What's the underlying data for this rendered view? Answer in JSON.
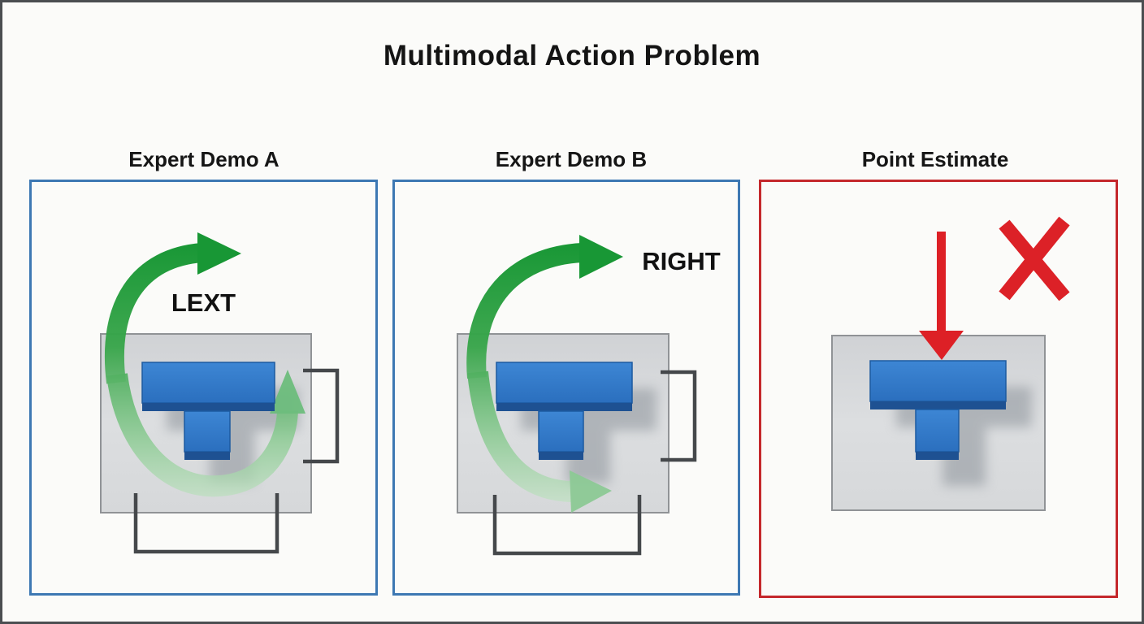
{
  "title": "Multimodal Action Problem",
  "panels": [
    {
      "id": "expert-demo-a",
      "header": "Expert Demo A",
      "border_color": "#3d78b3",
      "action_label": "LEXT",
      "icons": [
        "curved-green-arrow-up-right-icon",
        "green-rotation-sweep-arrow-up-icon",
        "right-pose-bracket",
        "bottom-pose-bracket",
        "blue-t-block",
        "grey-plate"
      ]
    },
    {
      "id": "expert-demo-b",
      "header": "Expert Demo B",
      "border_color": "#3d78b3",
      "action_label": "RIGHT",
      "icons": [
        "curved-green-arrow-up-right-icon",
        "green-rotation-sweep-arrow-down-icon",
        "right-pose-bracket",
        "bottom-pose-bracket",
        "blue-t-block",
        "grey-plate"
      ]
    },
    {
      "id": "point-estimate",
      "header": "Point Estimate",
      "border_color": "#c4282c",
      "action_label": "",
      "icons": [
        "straight-red-arrow-down-icon",
        "red-x-mark-icon",
        "blue-t-block",
        "grey-plate"
      ]
    }
  ],
  "colors": {
    "panel_blue_border": "#3d78b3",
    "panel_red_border": "#c4282c",
    "arrow_green": "#1e9c37",
    "arrow_green_faded": "#c2e2c4",
    "arrow_red": "#dd2026",
    "x_mark_red": "#dc2127",
    "block_blue": "#2f78c7",
    "block_blue_edge": "#1e5192",
    "plate_grey": "#d7d9db",
    "bracket_grey": "#45484b",
    "title_black": "#141414",
    "background": "#fbfbf9"
  }
}
